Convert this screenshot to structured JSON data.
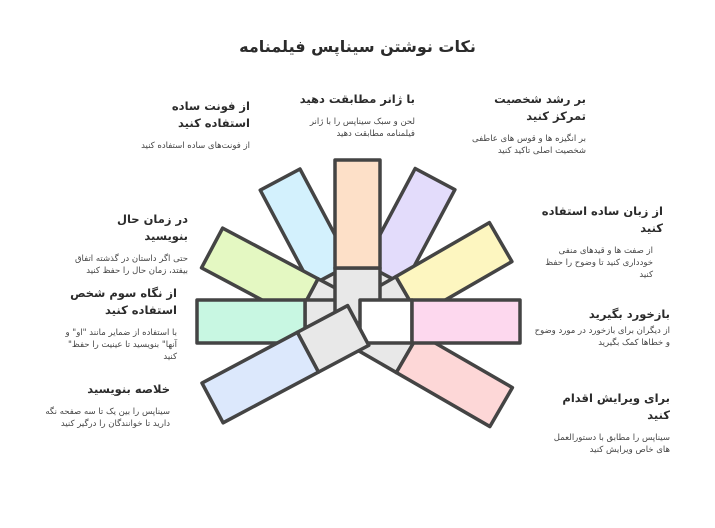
{
  "title": "نکات نوشتن سیناپس فیلمنامه",
  "items": [
    {
      "heading": "از فونت ساده استفاده کنید",
      "description": "از فونت‌های ساده استفاده کنید",
      "color": "#d3f1fd"
    },
    {
      "heading": "با ژانر مطابقت دهید",
      "description": "لحن و سبک سیناپس را با ژانر فیلمنامه مطابقت دهید",
      "color": "#fde0c8"
    },
    {
      "heading": "بر رشد شخصیت تمرکز کنید",
      "description": "بر انگیزه ها و قوس های عاطفی شخصیت اصلی تاکید کنید",
      "color": "#e3dcfb"
    },
    {
      "heading": "از زبان ساده استفاده کنید",
      "description": "از صفت ها و قیدهای منفی خودداری کنید تا وضوح را حفظ کنید",
      "color": "#fdf6c0"
    },
    {
      "heading": "بازخورد بگیرید",
      "description": "از دیگران برای بازخورد در مورد وضوح و خطاها کمک بگیرید",
      "color": "#fdd8ee"
    },
    {
      "heading": "برای ویرایش اقدام کنید",
      "description": "سیناپس را مطابق با دستورالعمل های خاص ویرایش کنید",
      "color": "#fdd7d7"
    },
    {
      "heading": "در زمان حال بنویسید",
      "description": "حتی اگر داستان در گذشته اتفاق بیفتد، زمان حال را حفظ کنید",
      "color": "#e4f8c2"
    },
    {
      "heading": "از نگاه سوم شخص استفاده کنید",
      "description": "با استفاده از ضمایر مانند \"او\" و آنها\" بنویسید تا عینیت را حفظ\" کنید",
      "color": "#c8f7e2"
    },
    {
      "heading": "خلاصه بنویسید",
      "description": "سیناپس را بین یک تا سه صفحه نگه دارید تا خوانندگان را درگیر کنید",
      "color": "#dce8fc"
    }
  ],
  "colors": {
    "stroke": "#444444",
    "hub": "#e8e8e8"
  }
}
